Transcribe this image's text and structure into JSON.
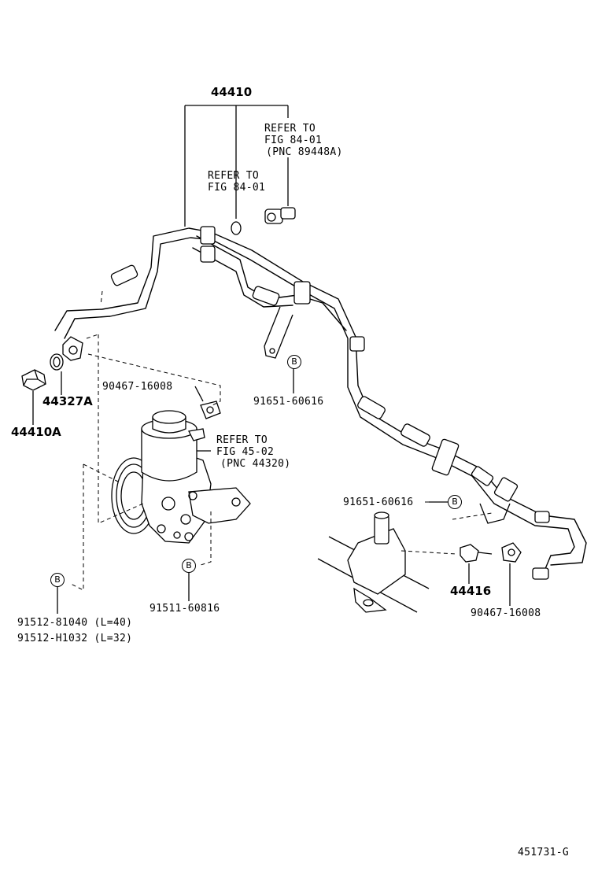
{
  "diagram_id": "451731-G",
  "labels": {
    "p44410": "44410",
    "refer_top_right": [
      "REFER TO",
      "FIG 84-01",
      " (PNC 89448A)"
    ],
    "refer_top_mid": [
      "REFER TO",
      "FIG 84-01"
    ],
    "p44410A": "44410A",
    "p44327A": "44327A",
    "p90467_top": "90467-16008",
    "refer_reservoir": [
      "REFER TO",
      "FIG 45-02",
      "(PNC 44320)"
    ],
    "p91651_upper": "91651-60616",
    "p91651_lower": "91651-60616",
    "p44416": "44416",
    "p90467_bottom": "90467-16008",
    "p91511": "91511-60816",
    "p91512_a": "91512-81040 (L=40)",
    "p91512_b": "91512-H1032 (L=32)"
  },
  "callout_marker": "B"
}
